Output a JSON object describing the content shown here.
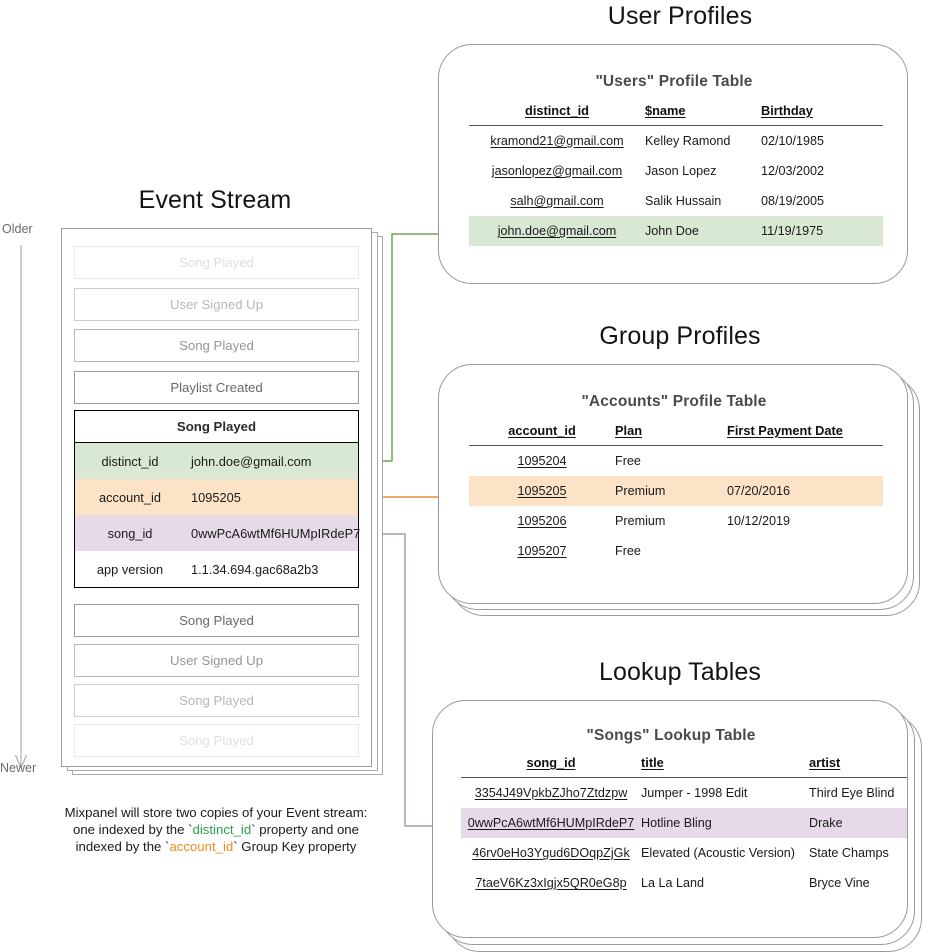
{
  "sections": {
    "event_stream_title": "Event Stream",
    "user_profiles_title": "User Profiles",
    "group_profiles_title": "Group Profiles",
    "lookup_tables_title": "Lookup Tables"
  },
  "timeline": {
    "older": "Older",
    "newer": "Newer"
  },
  "event_stream": {
    "events_before": [
      {
        "label": "Song Played",
        "fade": "f1"
      },
      {
        "label": "User Signed Up",
        "fade": "f2"
      },
      {
        "label": "Song Played",
        "fade": "f3"
      },
      {
        "label": "Playlist Created",
        "fade": "f4"
      }
    ],
    "selected_event": {
      "name": "Song Played",
      "properties": [
        {
          "key": "distinct_id",
          "value": "john.doe@gmail.com",
          "tint": "green"
        },
        {
          "key": "account_id",
          "value": "1095205",
          "tint": "orange"
        },
        {
          "key": "song_id",
          "value": "0wwPcA6wtMf6HUMpIRdeP7",
          "tint": "purple"
        },
        {
          "key": "app version",
          "value": "1.1.34.694.gac68a2b3",
          "tint": "plain"
        }
      ]
    },
    "events_after": [
      {
        "label": "Song Played",
        "fade": "f4"
      },
      {
        "label": "User Signed Up",
        "fade": "f3"
      },
      {
        "label": "Song Played",
        "fade": "f2"
      },
      {
        "label": "Song Played",
        "fade": "f1"
      }
    ]
  },
  "caption": {
    "line1": "Mixpanel will store two copies of your Event stream:",
    "line2_pre": "one indexed by the `",
    "line2_token": "distinct_id",
    "line2_post": "` property and one",
    "line3_pre": "indexed by the `",
    "line3_token": "account_id",
    "line3_post": "` Group Key property"
  },
  "users_table": {
    "title": "\"Users\" Profile Table",
    "columns": [
      "distinct_id",
      "$name",
      "Birthday"
    ],
    "rows": [
      {
        "cells": [
          "kramond21@gmail.com",
          "Kelley Ramond",
          "02/10/1985"
        ],
        "highlight": ""
      },
      {
        "cells": [
          "jasonlopez@gmail.com",
          "Jason Lopez",
          "12/03/2002"
        ],
        "highlight": ""
      },
      {
        "cells": [
          "salh@gmail.com",
          "Salik Hussain",
          "08/19/2005"
        ],
        "highlight": ""
      },
      {
        "cells": [
          "john.doe@gmail.com",
          "John Doe",
          "11/19/1975"
        ],
        "highlight": "hl-green"
      }
    ]
  },
  "accounts_table": {
    "title": "\"Accounts\" Profile Table",
    "columns": [
      "account_id",
      "Plan",
      "First Payment Date"
    ],
    "rows": [
      {
        "cells": [
          "1095204",
          "Free",
          ""
        ],
        "highlight": ""
      },
      {
        "cells": [
          "1095205",
          "Premium",
          "07/20/2016"
        ],
        "highlight": "hl-orange"
      },
      {
        "cells": [
          "1095206",
          "Premium",
          "10/12/2019"
        ],
        "highlight": ""
      },
      {
        "cells": [
          "1095207",
          "Free",
          ""
        ],
        "highlight": ""
      }
    ]
  },
  "songs_table": {
    "title": "\"Songs\" Lookup Table",
    "columns": [
      "song_id",
      "title",
      "artist"
    ],
    "rows": [
      {
        "cells": [
          "3354J49VpkbZJho7Ztdzpw",
          "Jumper - 1998 Edit",
          "Third Eye Blind"
        ],
        "highlight": ""
      },
      {
        "cells": [
          "0wwPcA6wtMf6HUMpIRdeP7",
          "Hotline Bling",
          "Drake"
        ],
        "highlight": "hl-purple"
      },
      {
        "cells": [
          "46rv0eHo3Ygud6DOqpZjGk",
          "Elevated (Acoustic Version)",
          "State Champs"
        ],
        "highlight": ""
      },
      {
        "cells": [
          "7taeV6Kz3xIgjx5QR0eG8p",
          "La La Land",
          "Bryce Vine"
        ],
        "highlight": ""
      }
    ]
  },
  "colors": {
    "green": "#6aa84f",
    "orange": "#e69138",
    "purple": "#9e8aa8",
    "green_fill": "#d9e8d2",
    "orange_fill": "#fce3c8",
    "purple_fill": "#e6d9e8",
    "panel_border": "#9a9a9a"
  }
}
